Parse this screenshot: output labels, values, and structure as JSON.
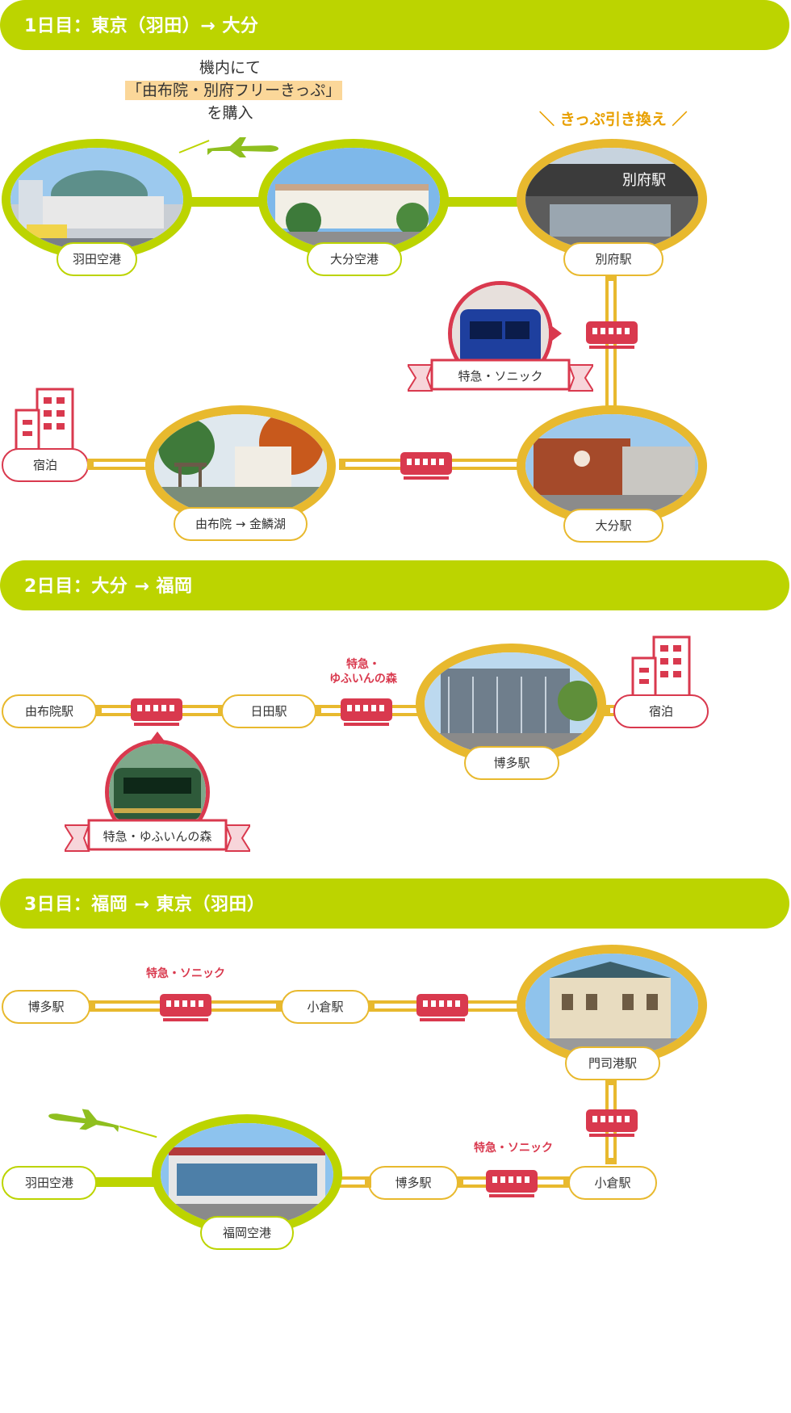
{
  "days": [
    {
      "title": "1日目：東京（羽田）→ 大分"
    },
    {
      "title": "2日目：大分 → 福岡"
    },
    {
      "title": "3日目：福岡 → 東京（羽田）"
    }
  ],
  "day1": {
    "note": {
      "line1": "機内にて",
      "line2": "「由布院・別府フリーきっぷ」",
      "line3": "を購入"
    },
    "exchange": "＼ きっぷ引き換え ／",
    "stops": {
      "haneda": "羽田空港",
      "oita_airport": "大分空港",
      "beppu": "別府駅",
      "oita_station": "大分駅",
      "yufuin_kinrinko": "由布院 → 金鱗湖",
      "stay": "宿泊"
    },
    "train_ribbon": "特急・ソニック"
  },
  "day2": {
    "stops": {
      "yufuin": "由布院駅",
      "hita": "日田駅",
      "hakata": "博多駅",
      "stay": "宿泊"
    },
    "caption_express": "特急・\nゆふいんの森",
    "train_ribbon": "特急・ゆふいんの森"
  },
  "day3": {
    "stops": {
      "hakata1": "博多駅",
      "kokura1": "小倉駅",
      "mojiko": "門司港駅",
      "kokura2": "小倉駅",
      "hakata2": "博多駅",
      "fukuoka_airport": "福岡空港",
      "haneda": "羽田空港"
    },
    "caption_sonic1": "特急・ソニック",
    "caption_sonic2": "特急・ソニック"
  },
  "colors": {
    "green": "#bcd400",
    "yellow": "#e8b92e",
    "red": "#d9394e",
    "highlight": "#fbd799",
    "exchange_text": "#e8a000"
  }
}
